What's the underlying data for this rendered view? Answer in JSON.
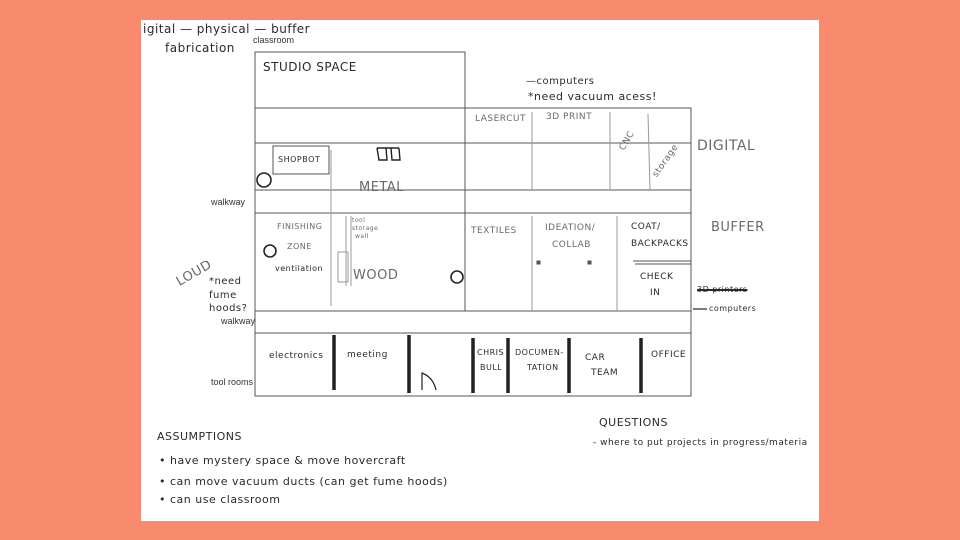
{
  "header": {
    "line1": "igital — physical — buffer",
    "line2": "fabrication",
    "classroom": "classroom"
  },
  "rooms": {
    "studio_space": "STUDIO SPACE",
    "lasercut": "LASERCUT",
    "print_3d": "3D PRINT",
    "cnc": "CNC",
    "storage": "storage",
    "shopbot": "SHOPBOT",
    "metal": "METAL",
    "finishing_zone_1": "FINISHING",
    "finishing_zone_2": "ZONE",
    "tool_storage_1": "tool",
    "tool_storage_2": "storage",
    "tool_storage_3": "wall",
    "ventilation": "ventilation",
    "wood": "WOOD",
    "textiles": "TEXTILES",
    "ideation_1": "IDEATION/",
    "ideation_2": "COLLAB",
    "coat_1": "COAT/",
    "coat_2": "BACKPACKS",
    "check_in_1": "CHECK",
    "check_in_2": "IN",
    "electronics": "electronics",
    "meeting": "meeting",
    "chris_bull_1": "CHRIS",
    "chris_bull_2": "BULL",
    "documentation_1": "DOCUMEN-",
    "documentation_2": "TATION",
    "car_team_1": "CAR",
    "car_team_2": "TEAM",
    "office": "OFFICE"
  },
  "labels": {
    "walkway_top": "walkway",
    "walkway_bottom": "walkway",
    "tool_rooms": "tool rooms",
    "computers_top": "—computers",
    "vacuum_note": "*need vacuum acess!",
    "digital": "DIGITAL",
    "buffer": "BUFFER",
    "loud": "LOUD",
    "fume_1": "*need",
    "fume_2": "fume",
    "fume_3": "hoods?",
    "printers_struck": "3D printers",
    "computers_right": "computers"
  },
  "assumptions": {
    "title": "ASSUMPTIONS",
    "items": [
      "• have mystery space & move hovercraft",
      "• can move vacuum ducts (can get fume hoods)",
      "• can use classroom"
    ]
  },
  "questions": {
    "title": "QUESTIONS",
    "items": [
      "- where to put projects in progress/materia"
    ]
  },
  "colors": {
    "background": "#f88a6e",
    "paper": "#ffffff",
    "ink": "#2a2a2a",
    "pencil": "#7a7a7a"
  }
}
